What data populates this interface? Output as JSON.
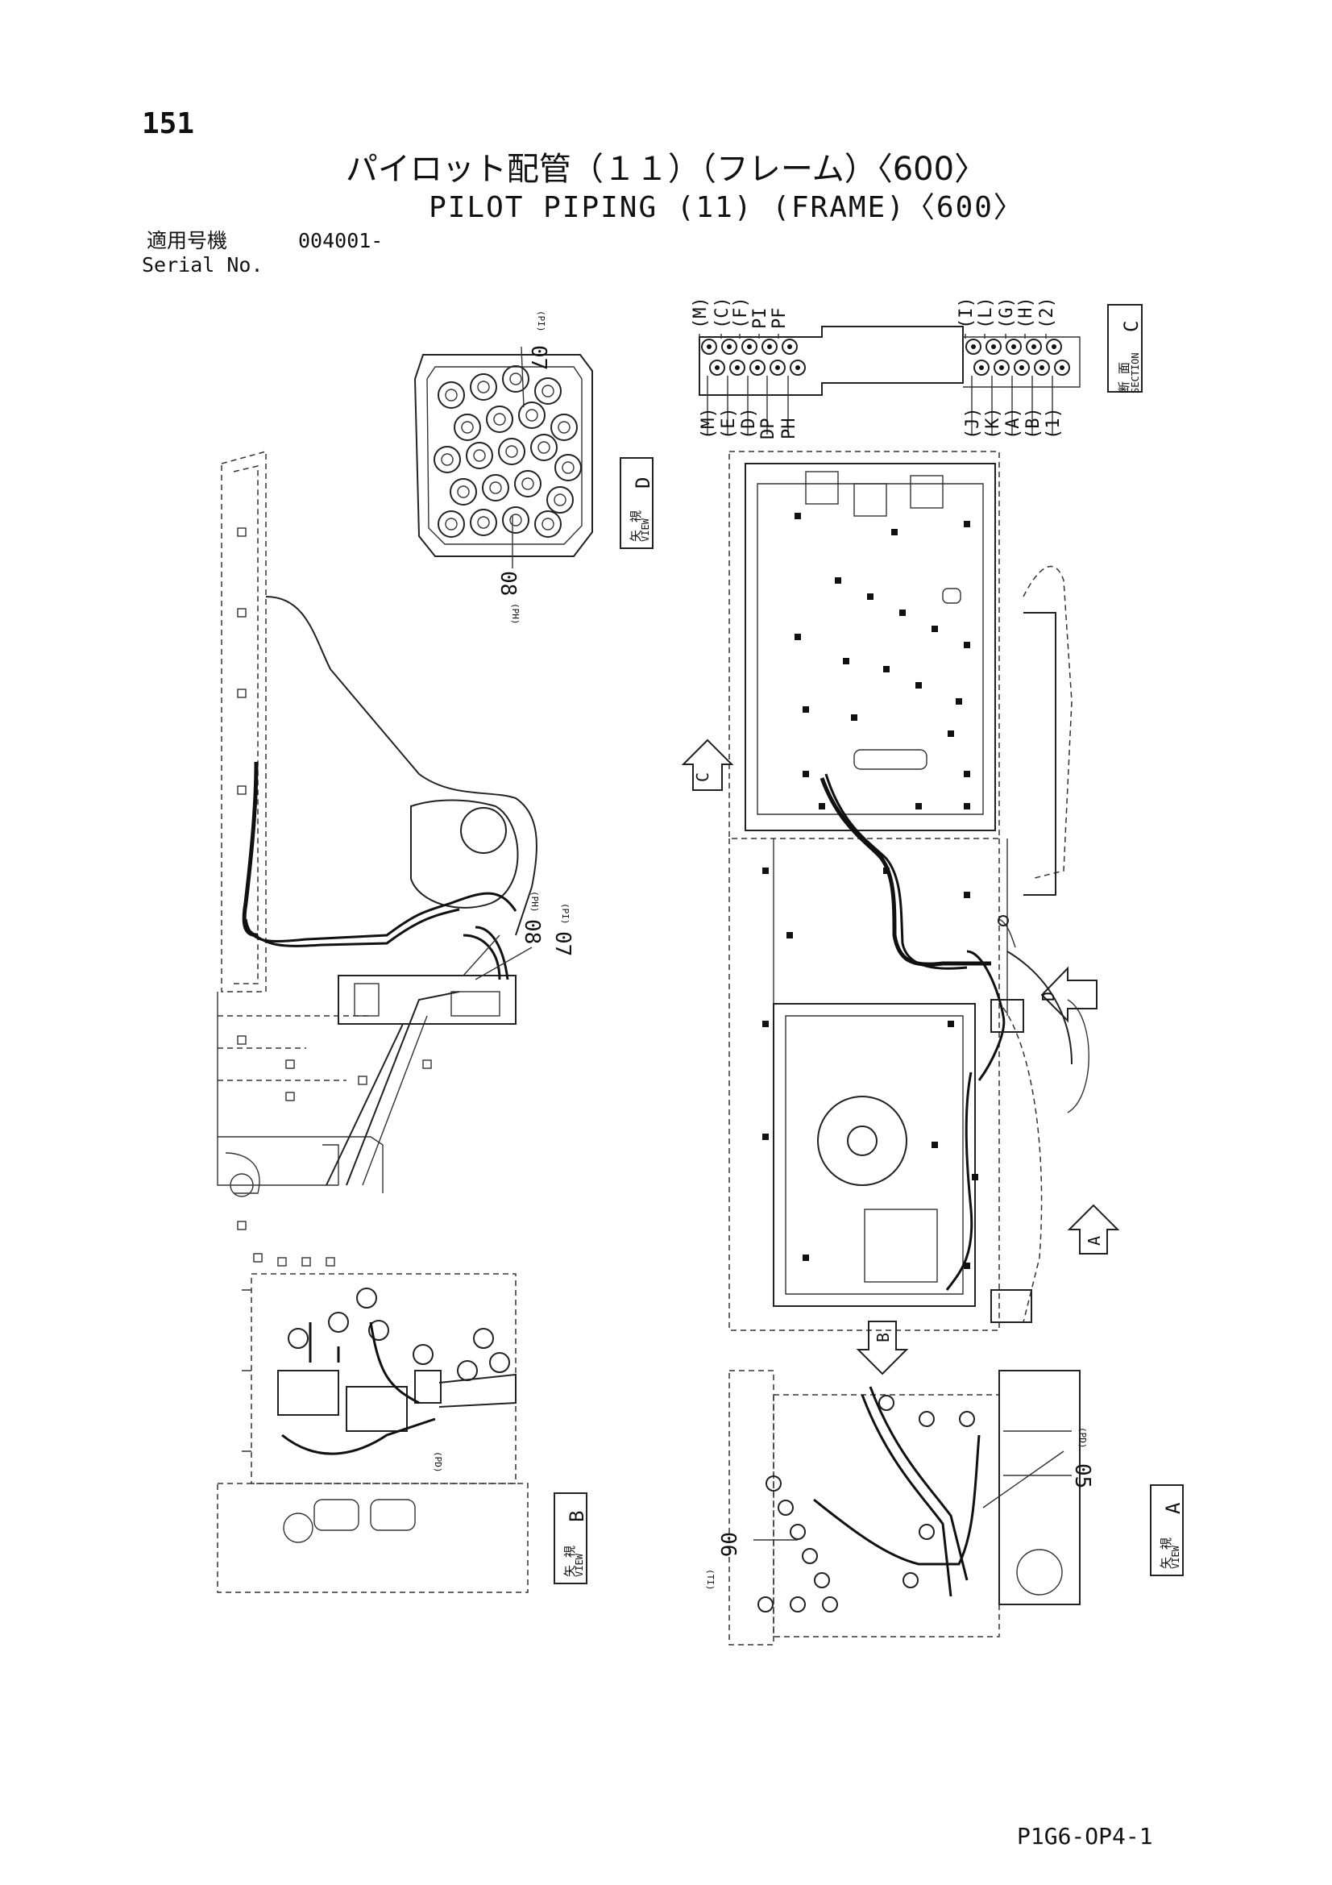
{
  "header": {
    "page_number": "151",
    "title_jp": "パイロット配管（１１）（フレーム）〈600〉",
    "title_en": "PILOT PIPING (11) (FRAME)〈600〉",
    "serial_label_jp": "適用号機",
    "serial_value": "004001-",
    "serial_label_en": "Serial No."
  },
  "views": {
    "view_d": {
      "jp": "矢 視",
      "en": "VIEW",
      "letter": "D"
    },
    "view_b": {
      "jp": "矢 視",
      "en": "VIEW",
      "letter": "B"
    },
    "view_a": {
      "jp": "矢 視",
      "en": "VIEW",
      "letter": "A"
    },
    "section_c": {
      "jp": "断 面",
      "en": "SECTION",
      "letter": "C"
    }
  },
  "section_c_ports": {
    "left_top": [
      "(M)",
      "(C)",
      "(F)",
      "PI",
      "PF"
    ],
    "left_bottom": [
      "(M)",
      "(E)",
      "(D)",
      "DP",
      "PH"
    ],
    "right_top": [
      "(I)",
      "(L)",
      "(G)",
      "(H)",
      "(2)"
    ],
    "right_bottom": [
      "(J)",
      "(K)",
      "(A)",
      "(B)",
      "(1)"
    ]
  },
  "part_callouts": {
    "p07_top": "07",
    "p07_top_sub": "(PI)",
    "p08_top": "08",
    "p08_top_sub": "(PH)",
    "p08_mid": "08",
    "p08_mid_sub": "(PH)",
    "p07_mid": "07",
    "p07_mid_sub": "(PI)",
    "p05": "05",
    "p05_sub": "(PD)",
    "p06": "06",
    "p06_sub": "(TI)",
    "pd_small": "(PD)"
  },
  "arrow_labels": {
    "a": "A",
    "b": "B",
    "c": "C",
    "d": "D"
  },
  "footer": {
    "doc_code": "P1G6-OP4-1"
  }
}
